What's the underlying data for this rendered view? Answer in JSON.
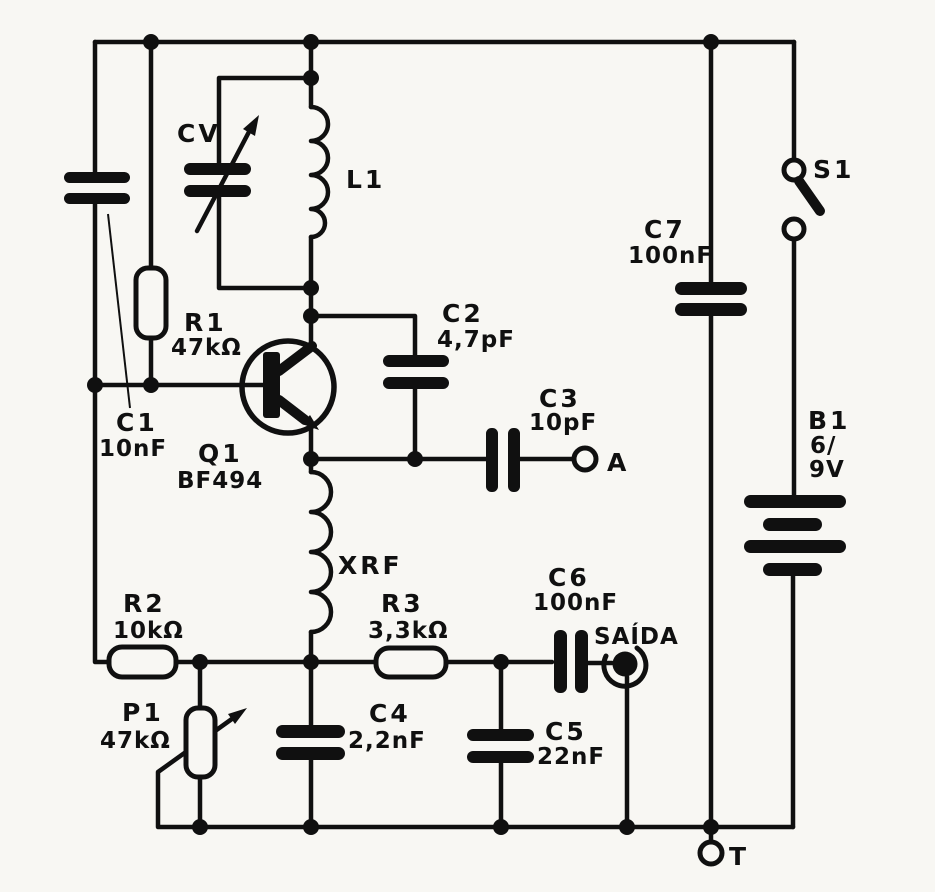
{
  "colors": {
    "paper": "#f8f7f3",
    "ink": "#101010"
  },
  "diagram_type": "electronic-schematic",
  "components": {
    "c1": {
      "ref": "C1",
      "value": "10nF"
    },
    "cv": {
      "ref": "CV"
    },
    "l1": {
      "ref": "L1"
    },
    "r1": {
      "ref": "R1",
      "value": "47kΩ"
    },
    "q1": {
      "ref": "Q1",
      "value": "BF494"
    },
    "c2": {
      "ref": "C2",
      "value": "4,7pF"
    },
    "c3": {
      "ref": "C3",
      "value": "10pF"
    },
    "c7": {
      "ref": "C7",
      "value": "100nF"
    },
    "s1": {
      "ref": "S1"
    },
    "b1": {
      "ref": "B1",
      "value_line1": "6/",
      "value_line2": "9V"
    },
    "xrf": {
      "ref": "XRF"
    },
    "r2": {
      "ref": "R2",
      "value": "10kΩ"
    },
    "r3": {
      "ref": "R3",
      "value": "3,3kΩ"
    },
    "c6": {
      "ref": "C6",
      "value": "100nF"
    },
    "p1": {
      "ref": "P1",
      "value": "47kΩ"
    },
    "c4": {
      "ref": "C4",
      "value": "2,2nF"
    },
    "c5": {
      "ref": "C5",
      "value": "22nF"
    }
  },
  "terminals": {
    "a": {
      "label": "A"
    },
    "t": {
      "label": "T"
    },
    "saida": {
      "label": "SAÍDA"
    }
  }
}
